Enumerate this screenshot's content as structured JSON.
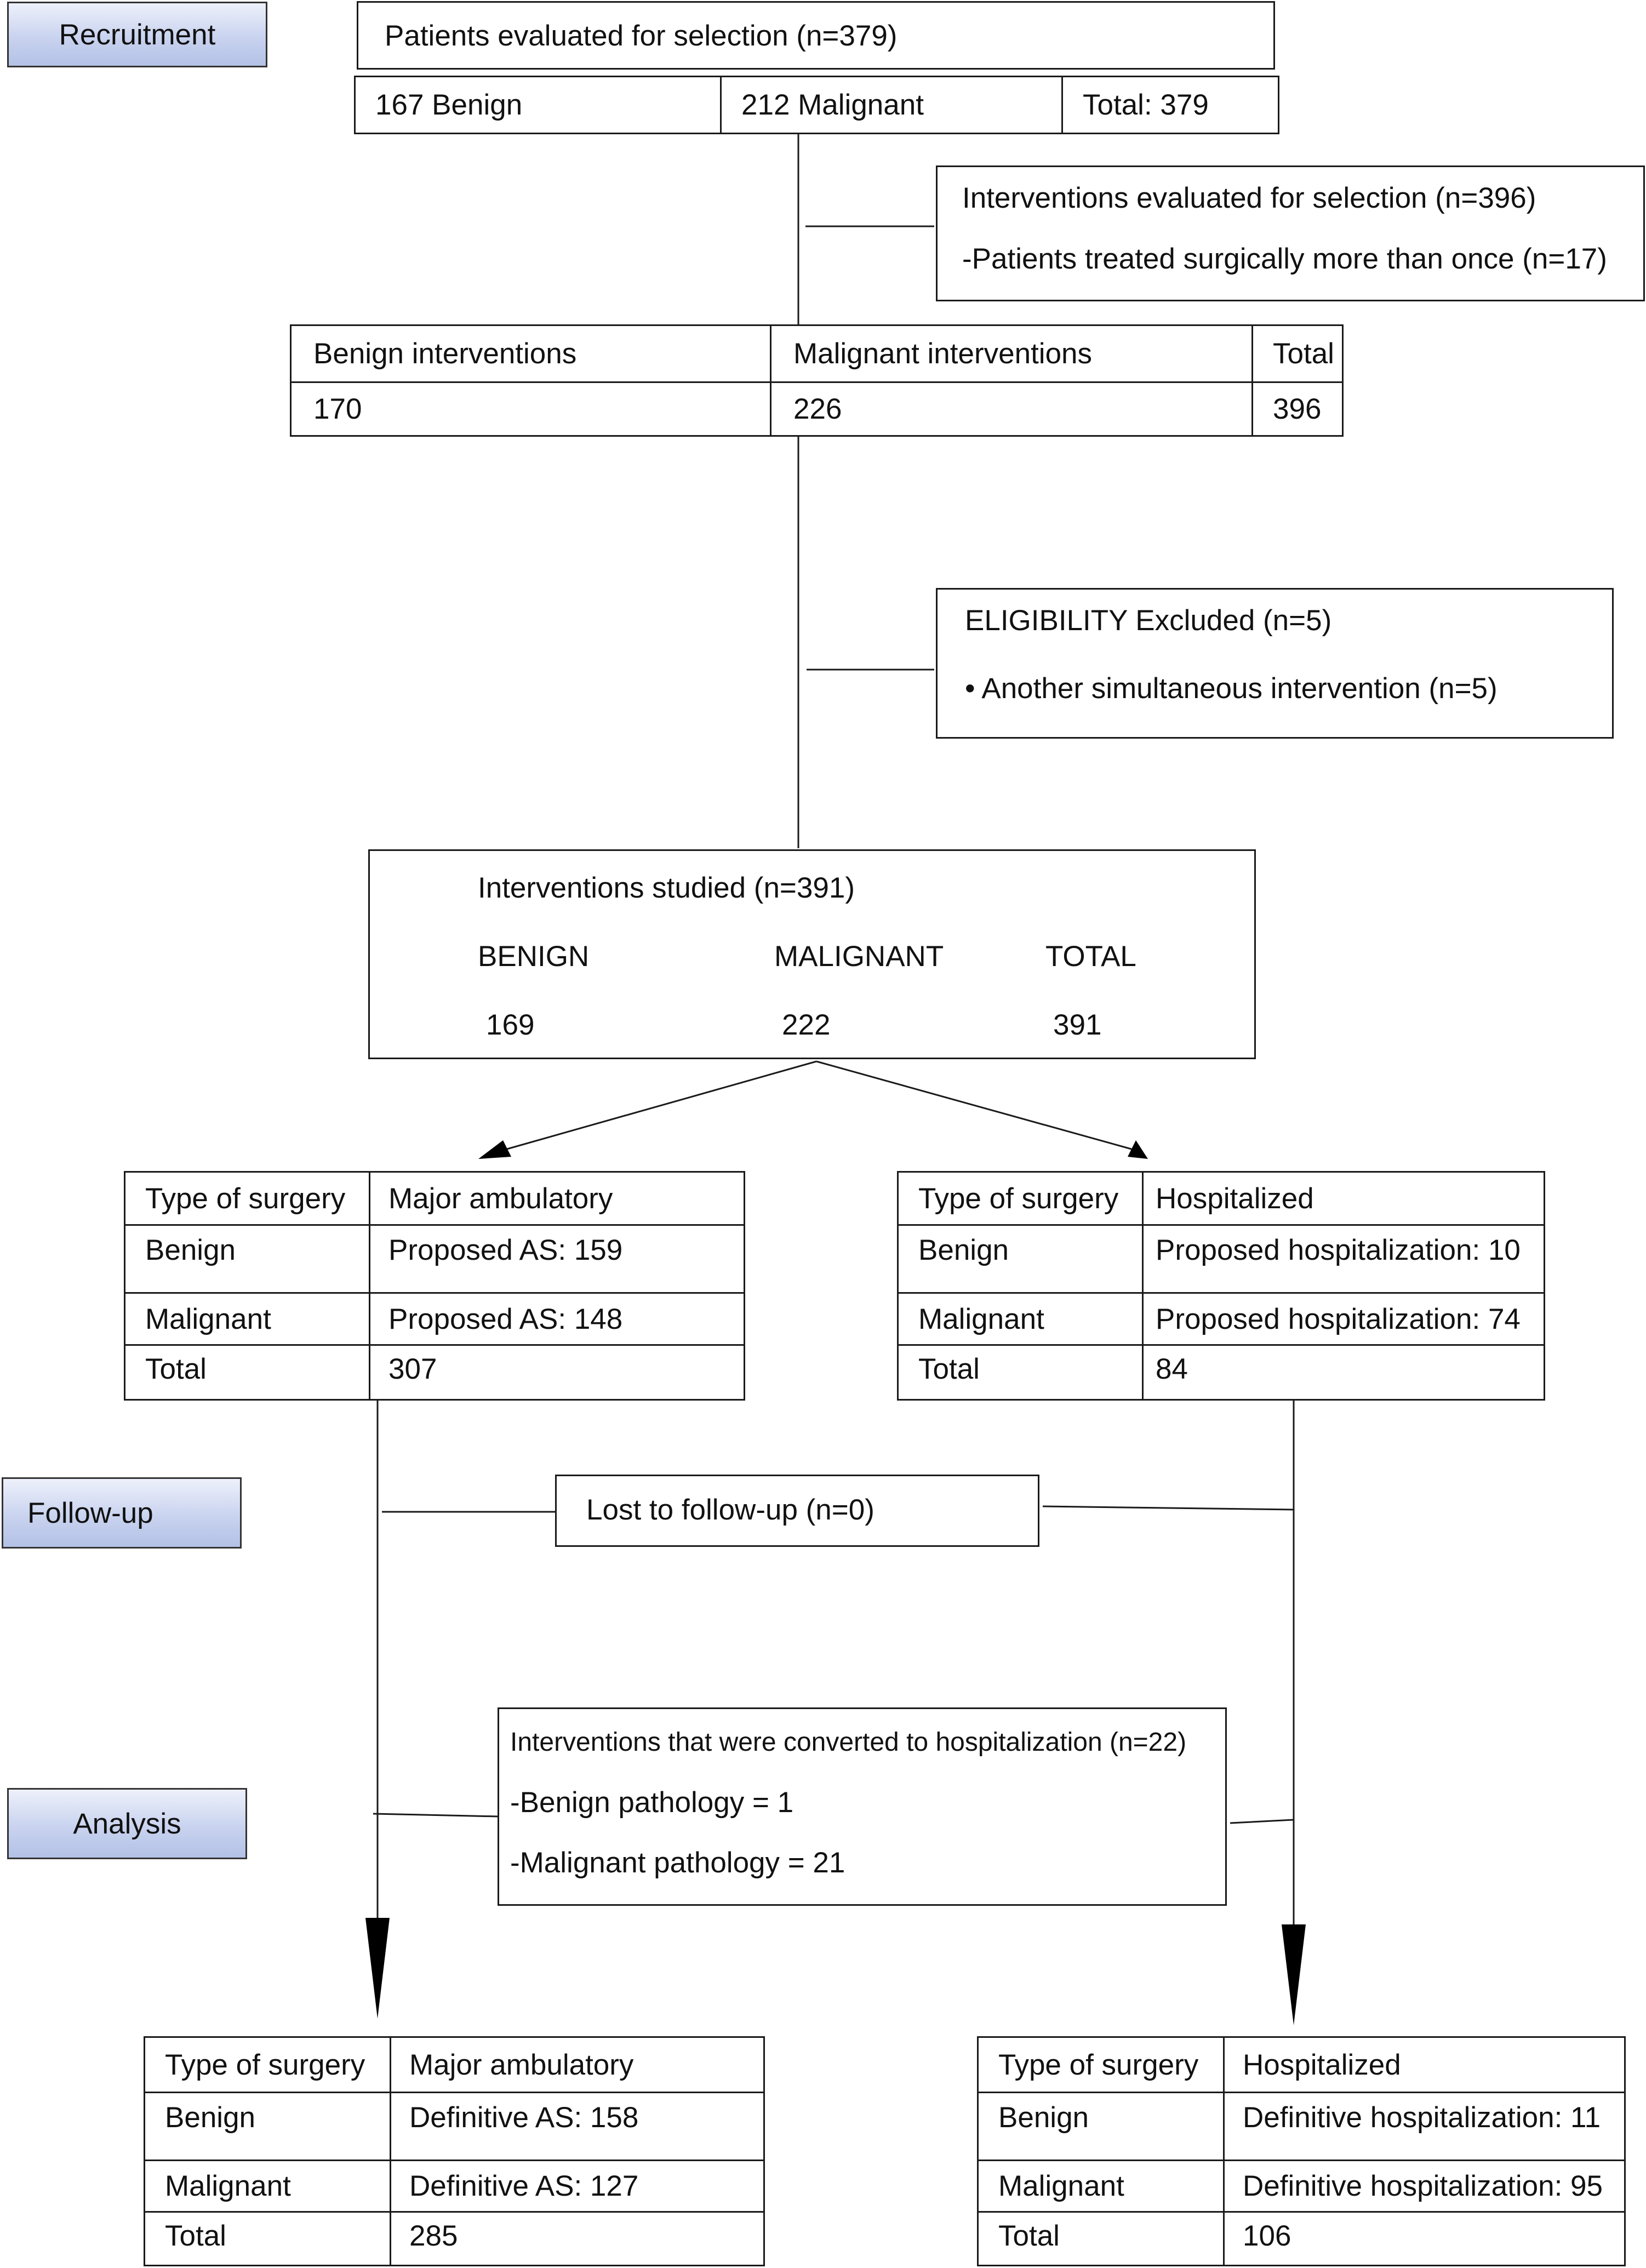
{
  "phases": {
    "recruitment": "Recruitment",
    "follow_up": "Follow-up",
    "analysis": "Analysis"
  },
  "patients_box": {
    "title": "Patients evaluated for selection (n=379)",
    "cells": [
      "167 Benign",
      "212 Malignant",
      "Total: 379"
    ]
  },
  "interventions_eval": {
    "line1": "Interventions evaluated for selection (n=396)",
    "line2": "-Patients treated surgically more than once (n=17)"
  },
  "interventions_table": {
    "headers": [
      "Benign interventions",
      "Malignant interventions",
      "Total"
    ],
    "values": [
      "170",
      "226",
      "396"
    ]
  },
  "eligibility": {
    "line1": "ELIGIBILITY  Excluded (n=5)",
    "line2": "• Another simultaneous intervention (n=5)"
  },
  "studied": {
    "title": "Interventions studied (n=391)",
    "headers": [
      "BENIGN",
      "MALIGNANT",
      "TOTAL"
    ],
    "values": [
      "169",
      "222",
      "391"
    ]
  },
  "proposed_ambulatory": {
    "rows": [
      [
        "Type of surgery",
        "Major ambulatory"
      ],
      [
        "Benign",
        "Proposed AS: 159"
      ],
      [
        "Malignant",
        "Proposed AS: 148"
      ],
      [
        "Total",
        "307"
      ]
    ]
  },
  "proposed_hospitalized": {
    "rows": [
      [
        "Type of surgery",
        "Hospitalized"
      ],
      [
        "Benign",
        "Proposed hospitalization: 10"
      ],
      [
        "Malignant",
        "Proposed hospitalization: 74"
      ],
      [
        "Total",
        "84"
      ]
    ]
  },
  "lost_followup": "Lost to follow-up (n=0)",
  "converted": {
    "title": "Interventions that were converted to hospitalization (n=22)",
    "line1": "-Benign pathology = 1",
    "line2": "-Malignant pathology = 21"
  },
  "definitive_ambulatory": {
    "rows": [
      [
        "Type of surgery",
        "Major ambulatory"
      ],
      [
        "Benign",
        "Definitive AS: 158"
      ],
      [
        "Malignant",
        "Definitive AS: 127"
      ],
      [
        "Total",
        "285"
      ]
    ]
  },
  "definitive_hospitalized": {
    "rows": [
      [
        "Type of surgery",
        "Hospitalized"
      ],
      [
        "Benign",
        "Definitive hospitalization: 11"
      ],
      [
        "Malignant",
        "Definitive hospitalization: 95"
      ],
      [
        "Total",
        "106"
      ]
    ]
  }
}
